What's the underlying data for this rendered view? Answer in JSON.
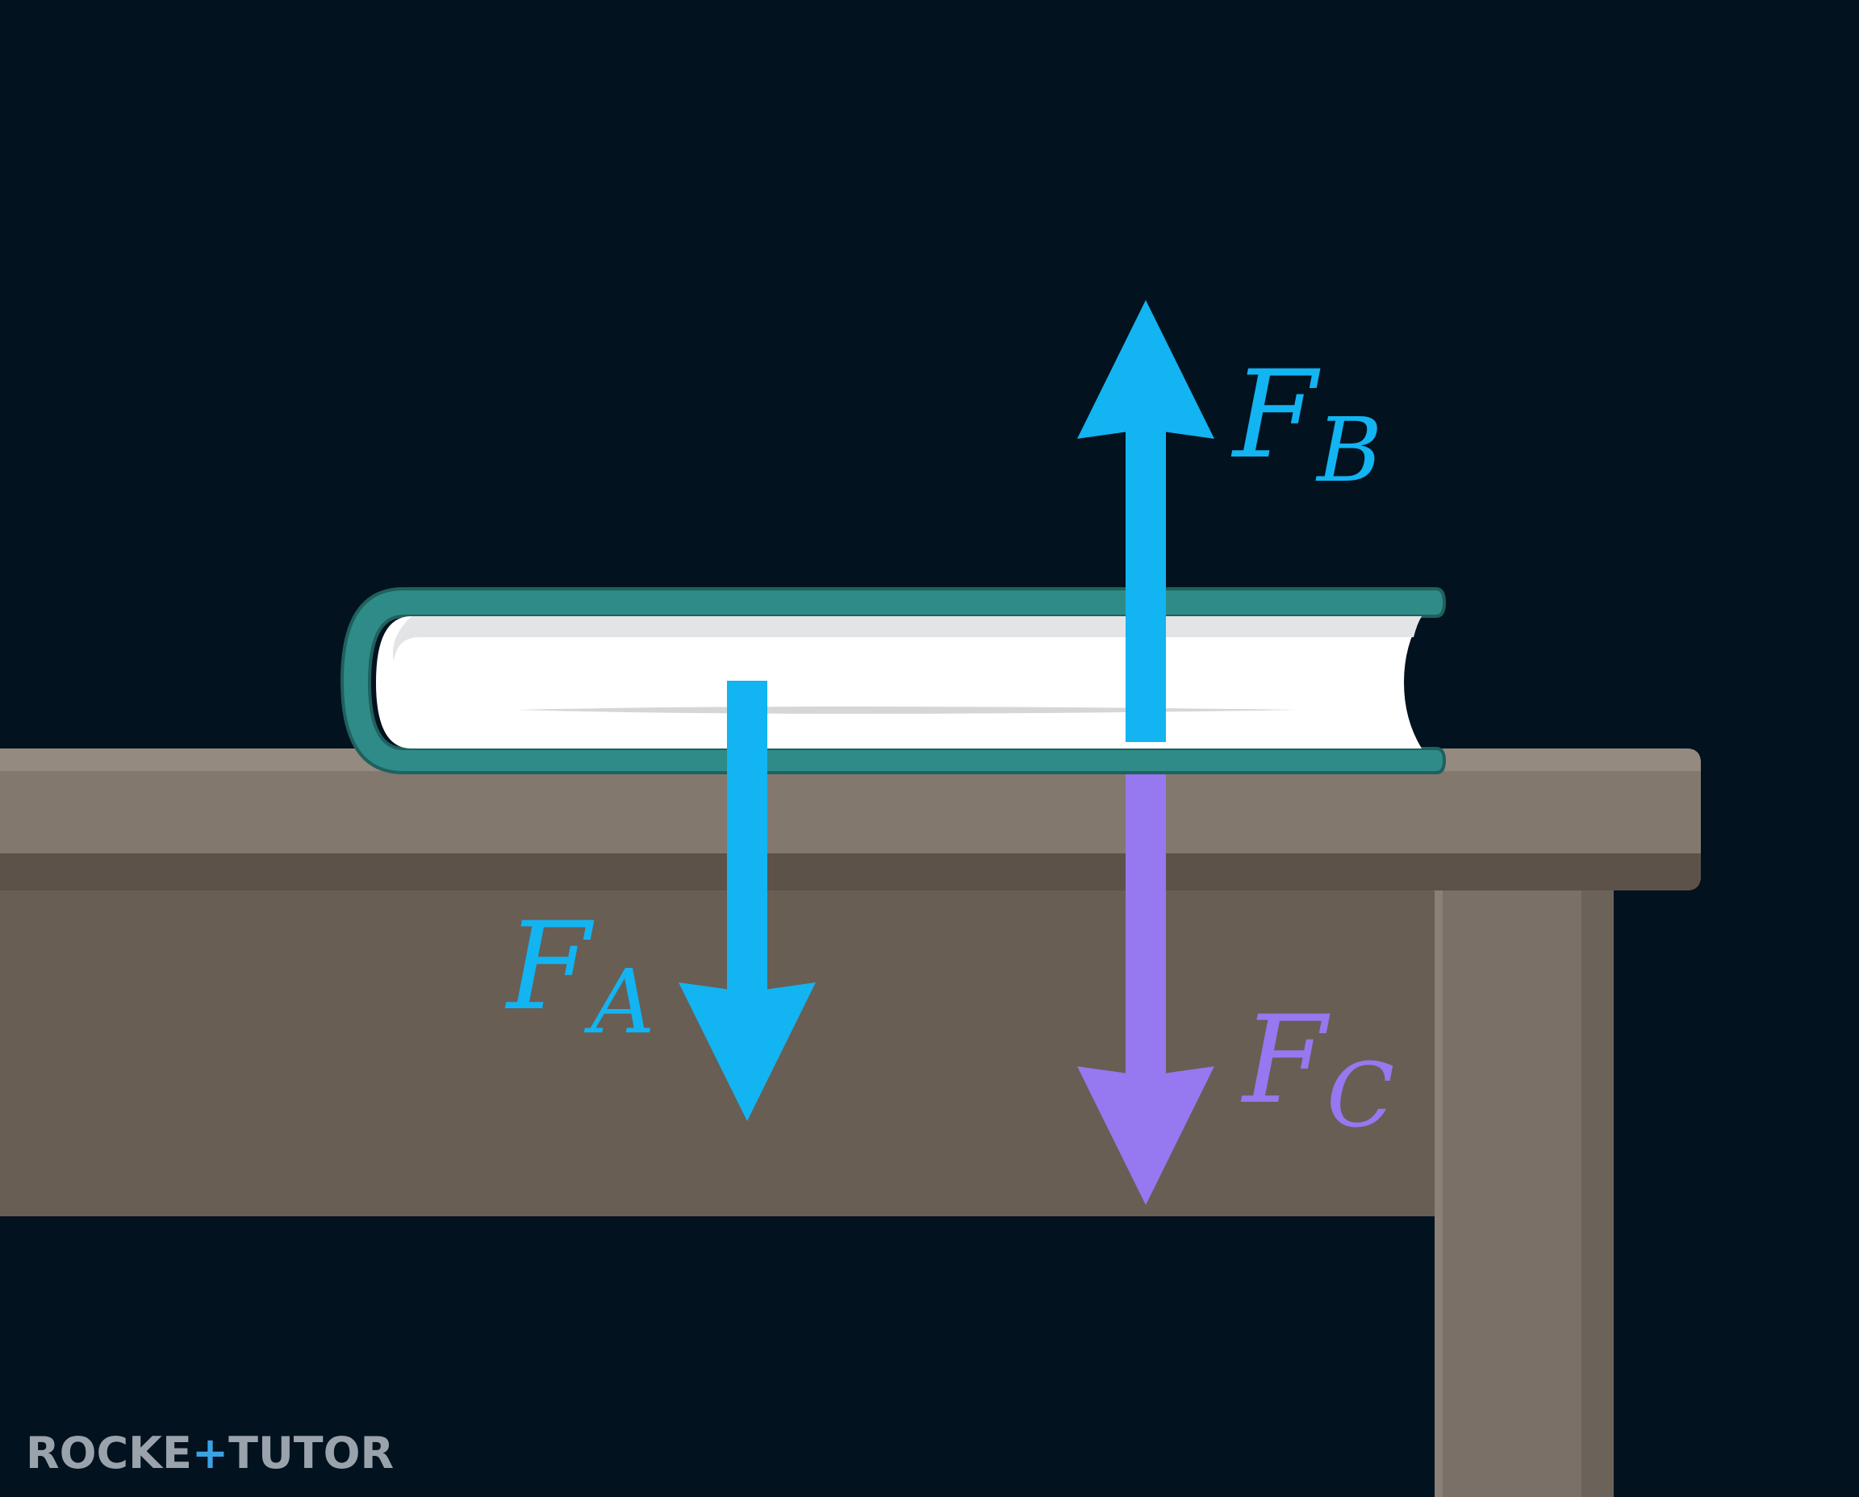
{
  "colors": {
    "background": "#03121f",
    "arrow_blue": "#12b4f2",
    "arrow_purple": "#9678f0",
    "book_cover": "#2f8b87",
    "book_cover_dark": "#236d6a",
    "book_pages": "#ffffff",
    "table_top": "#82786e",
    "table_top_highlight": "#948a80",
    "table_shadow": "#5d5249",
    "table_apron": "#685e54",
    "table_leg": "#7a7067",
    "logo": "#9aa3ab",
    "logo_accent": "#3aa3e6"
  },
  "forces": {
    "a": {
      "symbol": "F",
      "subscript": "A",
      "direction": "down"
    },
    "b": {
      "symbol": "F",
      "subscript": "B",
      "direction": "up"
    },
    "c": {
      "symbol": "F",
      "subscript": "C",
      "direction": "down"
    }
  },
  "logo": {
    "part1": "ROCKE",
    "part2": "TUTO",
    "part3": "R"
  }
}
